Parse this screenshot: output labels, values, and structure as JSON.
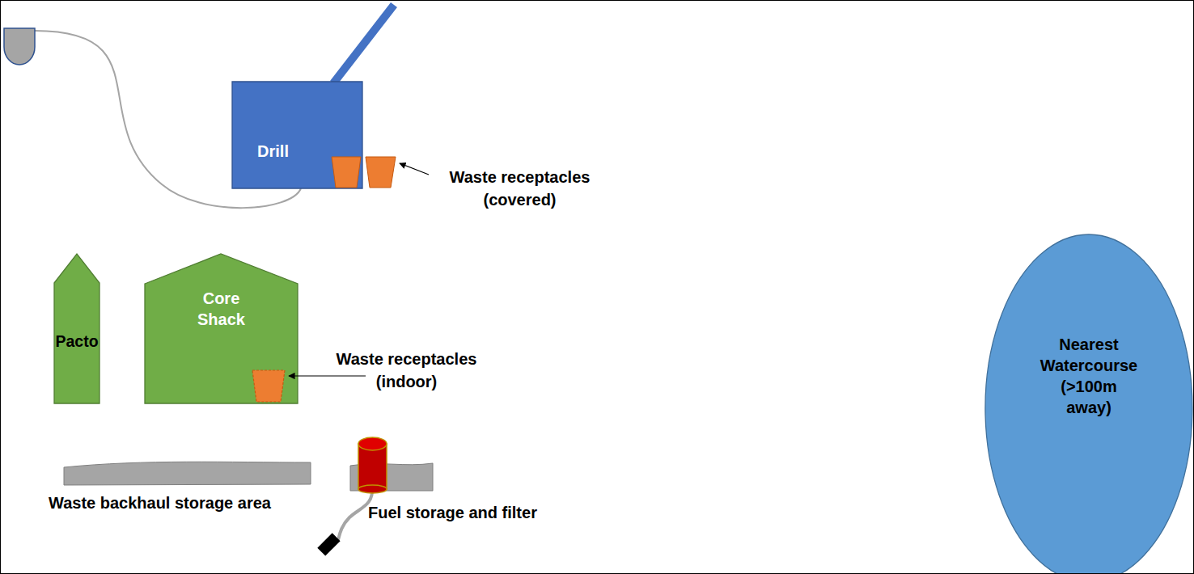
{
  "diagram": {
    "nodes": [
      {
        "text": [
          "Drill"
        ]
      },
      {
        "text": [
          "Pacto"
        ]
      },
      {
        "text": [
          "Core Shack"
        ]
      },
      {
        "text": [
          "Nearest Watercourse (>100m away)"
        ]
      }
    ],
    "labels": [
      "Waste receptacles (covered)",
      "Waste receptacles (indoor)",
      "Waste backhaul storage area",
      "Fuel storage and filter"
    ]
  }
}
